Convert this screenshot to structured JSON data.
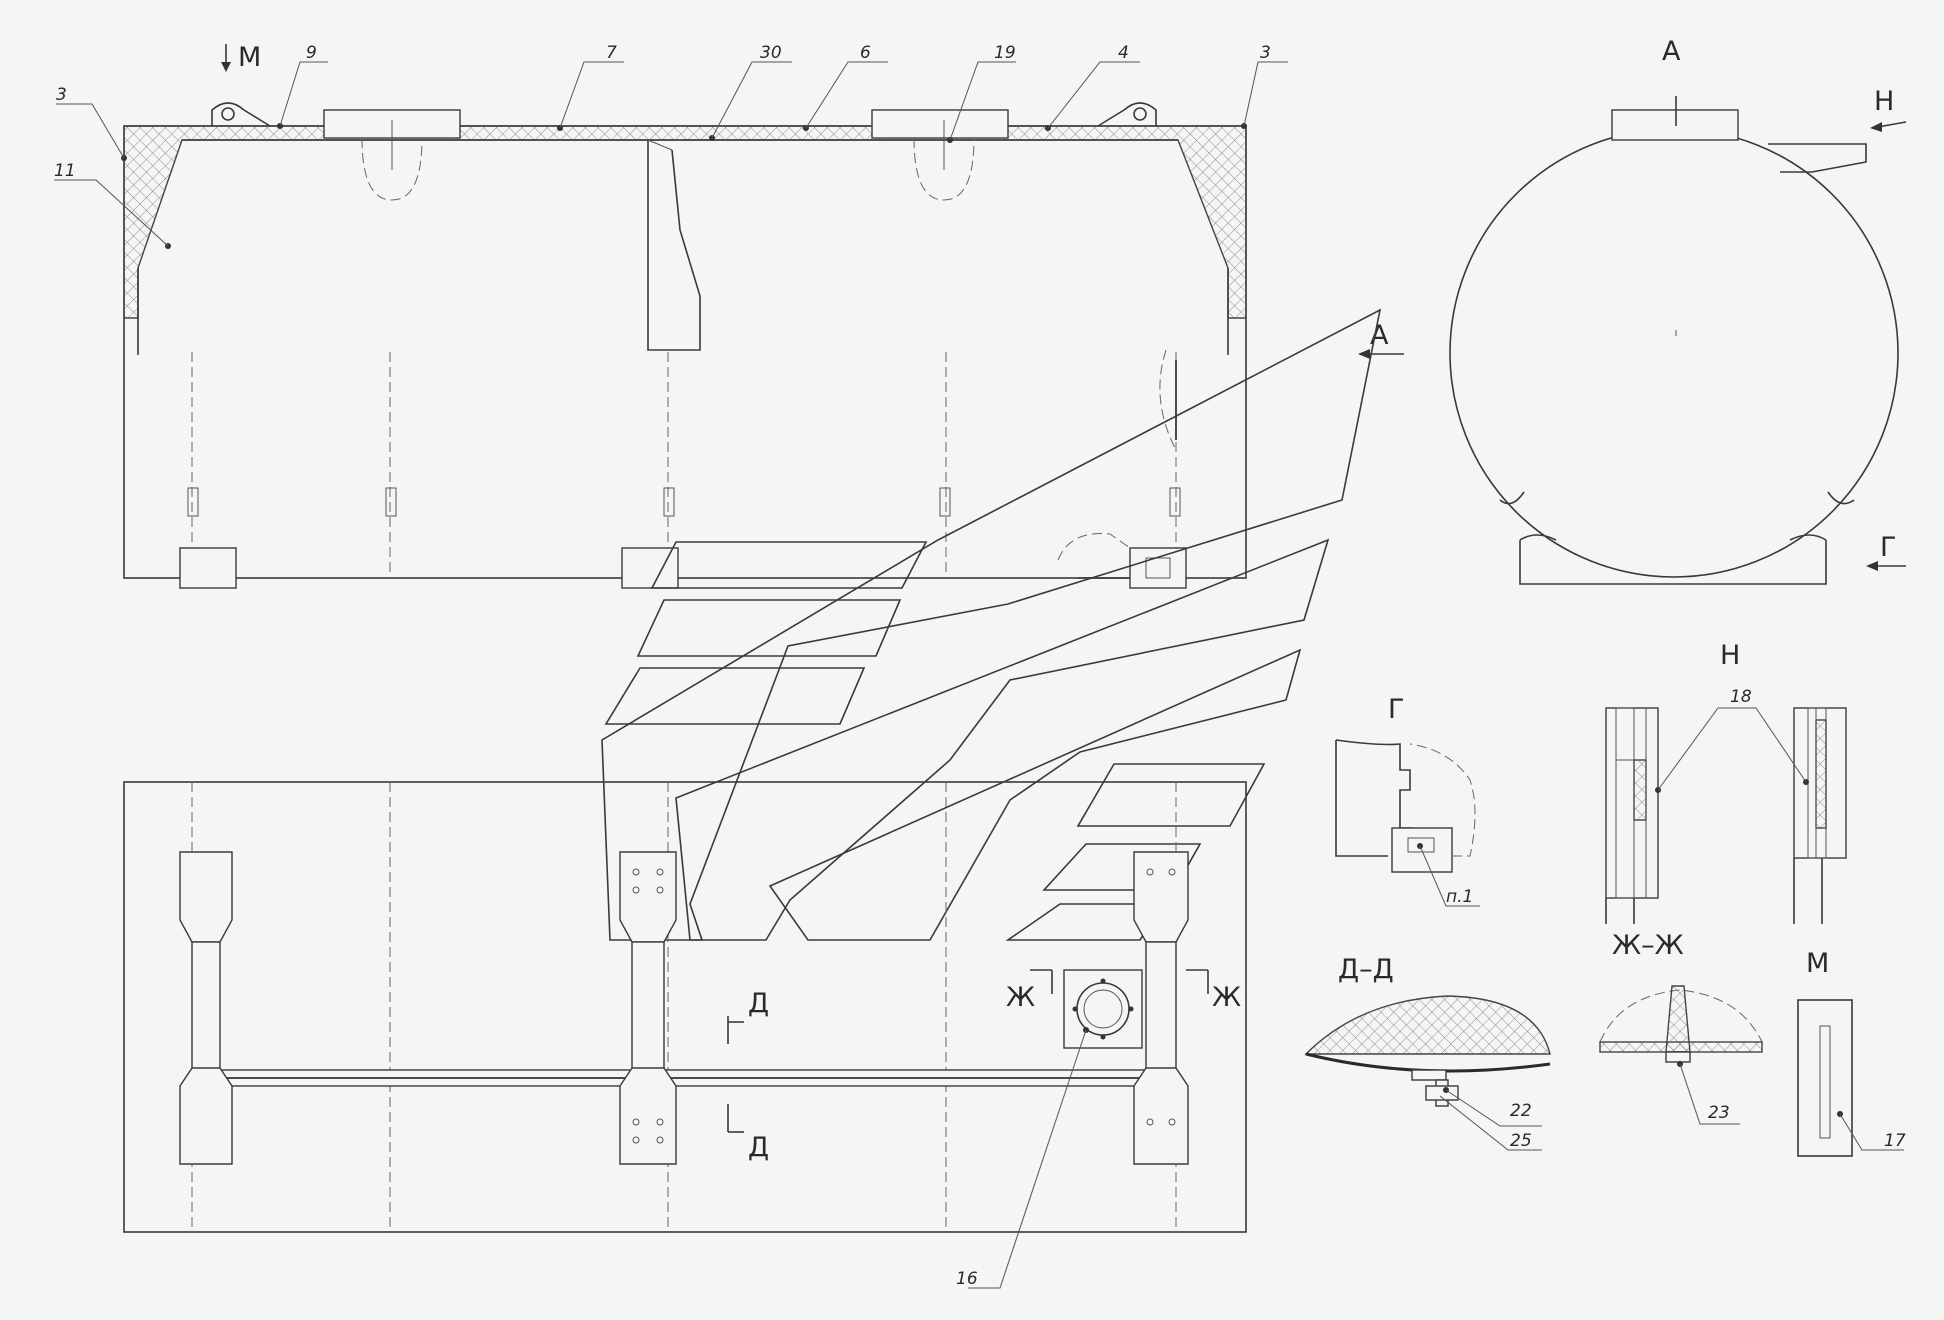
{
  "sheet": {
    "parts": {
      "p3_left": "3",
      "p9": "9",
      "p7": "7",
      "p30": "30",
      "p6": "6",
      "p19": "19",
      "p4": "4",
      "p3_right": "3",
      "p11": "11",
      "p18": "18",
      "p22": "22",
      "p25": "25",
      "p23": "23",
      "p17": "17",
      "p16": "16",
      "p1": "п.1"
    },
    "views": {
      "A": "А",
      "N": "Н",
      "G": "Г",
      "M": "М",
      "D": "Д",
      "Zh": "Ж",
      "DD": "Д–Д",
      "ZhZh": "Ж–Ж"
    }
  }
}
